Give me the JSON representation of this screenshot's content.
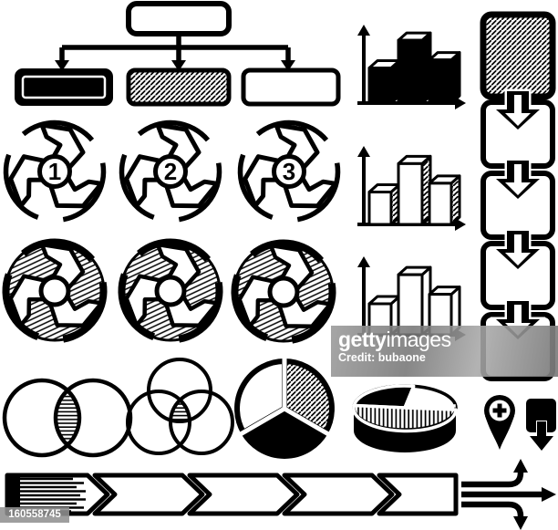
{
  "image": {
    "kind": "stock vector icon set: flow charts and diagrams",
    "background": "#ffffff"
  },
  "colors": {
    "ink": "#000000",
    "paper": "#ffffff",
    "watermark_bg": "#8c8c8c",
    "watermark_text": "#ffffff"
  },
  "watermark": {
    "brand_bold": "getty",
    "brand_light": "images",
    "credit": "Credit: bubaone",
    "image_id": "160558745"
  },
  "steps": [
    {
      "number": "1"
    },
    {
      "number": "2"
    },
    {
      "number": "3"
    }
  ],
  "bar_charts": [
    {
      "style": "solid",
      "values": [
        52,
        93,
        64
      ]
    },
    {
      "style": "hatch",
      "values": [
        48,
        90,
        61
      ]
    },
    {
      "style": "outline",
      "values": [
        46,
        89,
        60
      ]
    }
  ],
  "org_chart": {
    "root_style": "outline",
    "child_styles": [
      "solid-black",
      "diagonal-hatch",
      "outline"
    ]
  },
  "flow_column": {
    "top_style": "diagonal-hatch",
    "box_count": 4,
    "arrow_count": 4
  },
  "venn": {
    "two_circle_intersection": "horizontal-hatch",
    "three_circle_intersection": "horizontal-hatch"
  },
  "pies": {
    "flat": {
      "slices": [
        "white",
        "diagonal-hatch",
        "black"
      ]
    },
    "three_d": {
      "slices": [
        "black",
        "white",
        "vertical-hatch"
      ],
      "side": "black"
    }
  },
  "icons": [
    "org-chart-icon",
    "bar-chart-3d-icon",
    "flow-column-icon",
    "pinwheel-step-icon",
    "engraved-pinwheel-icon",
    "venn-2-icon",
    "venn-3-icon",
    "pie-chart-icon",
    "pie-chart-3d-icon",
    "location-pin-plus-icon",
    "pin-download-icon",
    "chevron-process-banner-icon",
    "branching-arrows-icon"
  ]
}
